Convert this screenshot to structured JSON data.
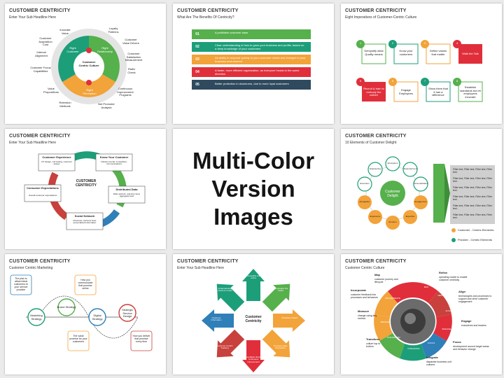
{
  "center": {
    "line1": "Multi-Color",
    "line2": "Version Images"
  },
  "s1": {
    "title": "CUSTOMER CENTRICITY",
    "subtitle": "Enter Your Sub Headline Here",
    "center_label": "Customer Centric Culture",
    "seg_labels": [
      "Right Customer",
      "Right Relationship",
      "Right Perception"
    ],
    "labels": [
      "Innovate Value",
      "Customer Acquisition Cost",
      "Internal Alignment",
      "Customer Focus Capabilities",
      "Value Propositions",
      "Retention Methods",
      "Loyalty Patterns",
      "Customer Value Drivers",
      "Customer Satisfaction Measurement",
      "Radix Check",
      "Continuous Improvement Programs",
      "Net Promoter Analysis"
    ]
  },
  "s2": {
    "title": "CUSTOMER CENTRICITY",
    "subtitle": "What Are The Benefits Of Centricity?",
    "items": [
      {
        "num": "01",
        "text": "A profitable customer base"
      },
      {
        "num": "02",
        "text": "Clear understanding of how to grow your business and profits, based on a deep knowledge of your customers"
      },
      {
        "num": "03",
        "text": "An ability to respond quickly to your customer needs and changes in your business environment"
      },
      {
        "num": "04",
        "text": "A faster, more efficient organization, as everyone heads to the same direction"
      },
      {
        "num": "05",
        "text": "Better protection in downturns, due to more loyal customers"
      }
    ]
  },
  "s3": {
    "title": "CUSTOMER CENTRICITY",
    "subtitle": "Eight Imperatives of Customer-Centric Culture",
    "items": [
      {
        "num": "1",
        "text": "Demystify what Quality means"
      },
      {
        "num": "2",
        "text": "Know your customers"
      },
      {
        "num": "3",
        "text": "Define values that matter"
      },
      {
        "num": "4",
        "text": "Walk the Talk"
      },
      {
        "num": "5",
        "text": "Recruit & train to embody the culture"
      },
      {
        "num": "6",
        "text": "Engage Employees"
      },
      {
        "num": "7",
        "text": "Show them that it has a difference"
      },
      {
        "num": "8",
        "text": "Establish standards but let employees innovate"
      }
    ]
  },
  "s4": {
    "title": "CUSTOMER CENTRICITY",
    "subtitle": "Enter Your Sub Headline Here",
    "center_label": "CUSTOMER CENTRICITY",
    "boxes": [
      {
        "title": "Customer Experience",
        "text": "CX design, cult testing, customer design"
      },
      {
        "title": "Know Your Customer",
        "text": "Industry trends, competition, communications"
      },
      {
        "title": "Distributed Data",
        "text": "Data network, real-time feed, aggregate feed"
      },
      {
        "title": "Social Network",
        "text": "Channels, real-time feed, personalized information"
      },
      {
        "title": "Consumer Expectations",
        "text": "Overall customer expectations"
      }
    ]
  },
  "s5": {
    "title": "CUSTOMER CENTRICITY",
    "subtitle": "10 Elements of Customer Delight",
    "center_label": "Customer Delight",
    "petals": [
      "Ecosystem",
      "Empowerment",
      "Personalization",
      "Engagement",
      "Expertise",
      "Emotion",
      "Experience",
      "Evangelize",
      "Execution",
      "Engineering"
    ],
    "filler": [
      "Filler text, Filler text, Filler text, Filler text.",
      "Filler text, Filler text, Filler text, Filler text.",
      "Filler text, Filler text, Filler text, Filler text.",
      "Filler text, Filler text, Filler text, Filler text.",
      "Filler text, Filler text, Filler text, Filler text.",
      "Filler text, Filler text, Filler text, Filler text."
    ],
    "legend": [
      {
        "label": "Customer - Centric Elements",
        "color": "#f2a33a"
      },
      {
        "label": "Provider - Centric Elements",
        "color": "#1c9e79"
      }
    ]
  },
  "s6": {
    "title": "CUSTOMER CENTRICITY",
    "subtitle": "Customer Centric Marketing",
    "nodes": [
      "Marketing Strategy",
      "Brand Strategy",
      "Digital Strategy",
      "Strategic Service Design"
    ],
    "boxes": [
      "The plan to attract ideal customers to your service provider",
      "How you communicate that promise online",
      "The value promise for your customers",
      "How you deliver that promise every time"
    ]
  },
  "s7": {
    "title": "CUSTOMER CENTRICITY",
    "subtitle": "Enter Your Sub Headline Here",
    "center_label": "Customer Centricity",
    "arrows": [
      "Accessible and online",
      "Personalize the Visitor",
      "Predictive Reach",
      "Promote Value Proposition",
      "Feedback driven continuous improvement",
      "Customer Centric Tracking",
      "Customer Information",
      "Understanding customer needs"
    ]
  },
  "s8": {
    "title": "CUSTOMER CENTRICITY",
    "subtitle": "Customer Centric Culture",
    "gear_labels": [
      "MAP",
      "REFINE",
      "ALIGN",
      "ENGAGE",
      "FOCUS",
      "INTEGRATE",
      "TRANSFORM",
      "MEASURE",
      "INCORPORATE"
    ],
    "notes": [
      {
        "title": "Refine",
        "text": "operating model to enable customer centricity"
      },
      {
        "title": "Align",
        "text": "technologies and processes to support and drive customer engagement"
      },
      {
        "title": "Engage",
        "text": "executives and leaders"
      },
      {
        "title": "Focus",
        "text": "development around target areas and behavior change"
      },
      {
        "title": "Integrate",
        "text": "disparate business unit cultures"
      },
      {
        "title": "Transform",
        "text": "culture top to bottom"
      },
      {
        "title": "Measure",
        "text": "change using key metrics"
      },
      {
        "title": "Incorporate",
        "text": "customer feedback into processes and behaviors"
      },
      {
        "title": "Map",
        "text": "customer journey and lifecycle"
      }
    ]
  }
}
